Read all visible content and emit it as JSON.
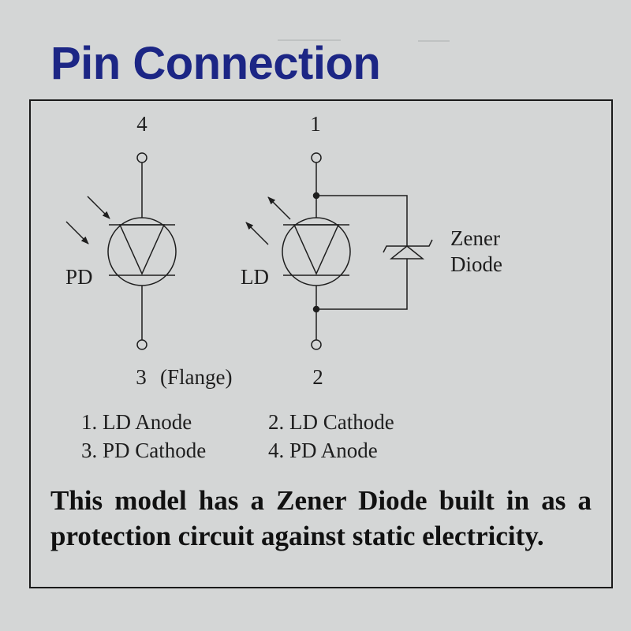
{
  "title": "Pin Connection",
  "colors": {
    "background": "#d4d6d6",
    "title": "#1c2685",
    "line": "#1e1e1e"
  },
  "diagram": {
    "pins": {
      "pd_top": "4",
      "ld_top": "1",
      "pd_bottom": "3",
      "flange": "(Flange)",
      "ld_bottom": "2"
    },
    "labels": {
      "pd": "PD",
      "ld": "LD",
      "zener_line1": "Zener",
      "zener_line2": "Diode"
    }
  },
  "legend": [
    {
      "left": "1. LD Anode",
      "right": "2. LD Cathode"
    },
    {
      "left": "3. PD Cathode",
      "right": "4. PD Anode"
    }
  ],
  "note": "This model has a Zener Diode built in as a protection circuit against static electricity."
}
